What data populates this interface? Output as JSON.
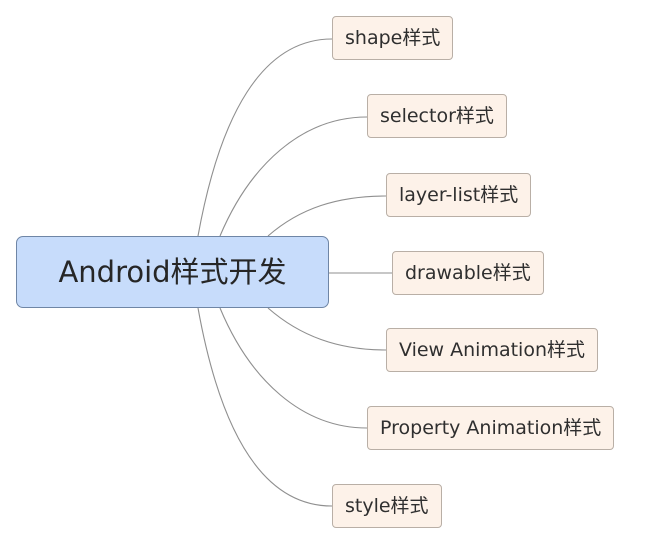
{
  "mindmap": {
    "root": "Android样式开发",
    "children": [
      "shape样式",
      "selector样式",
      "layer-list样式",
      "drawable样式",
      "View Animation样式",
      "Property Animation样式",
      "style样式"
    ]
  },
  "colors": {
    "root_fill": "#c7dcfb",
    "root_border": "#6f86a6",
    "child_fill": "#fdf2e9",
    "child_border": "#b9afa6",
    "connector": "#8f8f8f"
  }
}
